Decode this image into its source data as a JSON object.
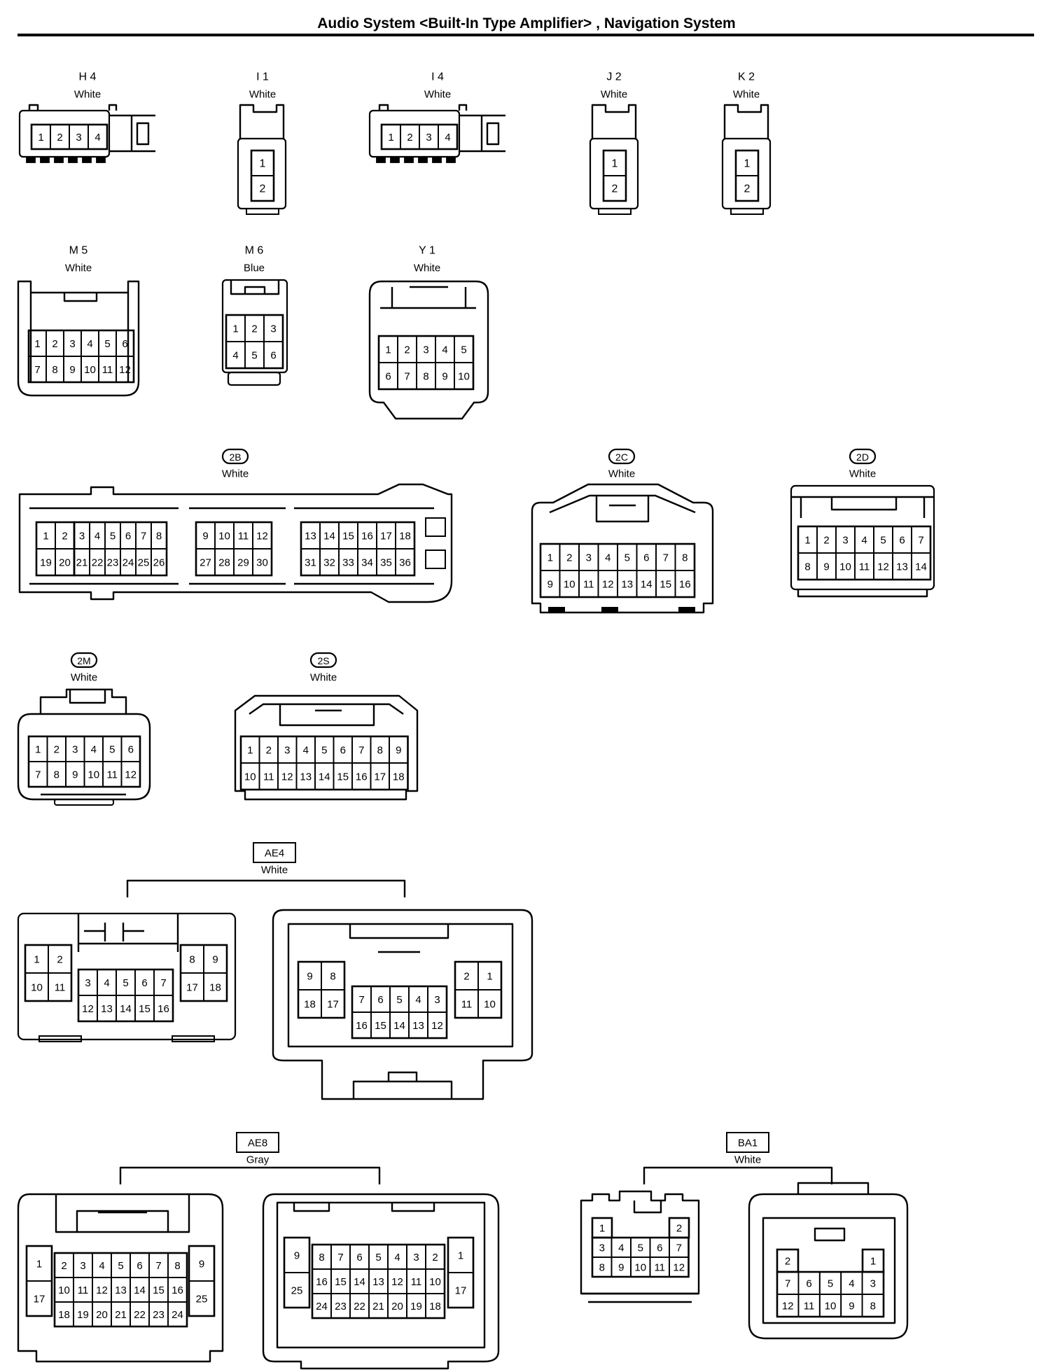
{
  "title": "Audio System <Built-In Type Amplifier> , Navigation System",
  "connectors": [
    {
      "id": "H4",
      "code": "H 4",
      "color": "White",
      "rows": [
        [
          "1",
          "2",
          "3",
          "4"
        ]
      ]
    },
    {
      "id": "I1",
      "code": "I 1",
      "color": "White",
      "rows": [
        [
          "1"
        ],
        [
          "2"
        ]
      ]
    },
    {
      "id": "I4",
      "code": "I 4",
      "color": "White",
      "rows": [
        [
          "1",
          "2",
          "3",
          "4"
        ]
      ]
    },
    {
      "id": "J2",
      "code": "J 2",
      "color": "White",
      "rows": [
        [
          "1"
        ],
        [
          "2"
        ]
      ]
    },
    {
      "id": "K2",
      "code": "K 2",
      "color": "White",
      "rows": [
        [
          "1"
        ],
        [
          "2"
        ]
      ]
    },
    {
      "id": "M5",
      "code": "M 5",
      "color": "White",
      "rows": [
        [
          "1",
          "2",
          "3",
          "4",
          "5",
          "6"
        ],
        [
          "7",
          "8",
          "9",
          "10",
          "11",
          "12"
        ]
      ]
    },
    {
      "id": "M6",
      "code": "M 6",
      "color": "Blue",
      "rows": [
        [
          "1",
          "2",
          "3"
        ],
        [
          "4",
          "5",
          "6"
        ]
      ]
    },
    {
      "id": "Y1",
      "code": "Y 1",
      "color": "White",
      "rows": [
        [
          "1",
          "2",
          "3",
          "4",
          "5"
        ],
        [
          "6",
          "7",
          "8",
          "9",
          "10"
        ]
      ]
    },
    {
      "id": "2B",
      "code": "2B",
      "color": "White",
      "rows": [
        [
          "1",
          "2",
          "3",
          "4",
          "5",
          "6",
          "7",
          "8"
        ],
        [
          "19",
          "20",
          "21",
          "22",
          "23",
          "24",
          "25",
          "26"
        ],
        [
          "9",
          "10",
          "11",
          "12"
        ],
        [
          "27",
          "28",
          "29",
          "30"
        ],
        [
          "13",
          "14",
          "15",
          "16",
          "17",
          "18"
        ],
        [
          "31",
          "32",
          "33",
          "34",
          "35",
          "36"
        ]
      ]
    },
    {
      "id": "2C",
      "code": "2C",
      "color": "White",
      "rows": [
        [
          "1",
          "2",
          "3",
          "4",
          "5",
          "6",
          "7",
          "8"
        ],
        [
          "9",
          "10",
          "11",
          "12",
          "13",
          "14",
          "15",
          "16"
        ]
      ]
    },
    {
      "id": "2D",
      "code": "2D",
      "color": "White",
      "rows": [
        [
          "1",
          "2",
          "3",
          "4",
          "5",
          "6",
          "7"
        ],
        [
          "8",
          "9",
          "10",
          "11",
          "12",
          "13",
          "14"
        ]
      ]
    },
    {
      "id": "2M",
      "code": "2M",
      "color": "White",
      "rows": [
        [
          "1",
          "2",
          "3",
          "4",
          "5",
          "6"
        ],
        [
          "7",
          "8",
          "9",
          "10",
          "11",
          "12"
        ]
      ]
    },
    {
      "id": "2S",
      "code": "2S",
      "color": "White",
      "rows": [
        [
          "1",
          "2",
          "3",
          "4",
          "5",
          "6",
          "7",
          "8",
          "9"
        ],
        [
          "10",
          "11",
          "12",
          "13",
          "14",
          "15",
          "16",
          "17",
          "18"
        ]
      ]
    },
    {
      "id": "AE4",
      "code": "AE4",
      "color": "White",
      "left": {
        "a": [
          [
            "1",
            "2"
          ],
          [
            "10",
            "11"
          ]
        ],
        "m": [
          [
            "3",
            "4",
            "5",
            "6",
            "7"
          ],
          [
            "12",
            "13",
            "14",
            "15",
            "16"
          ]
        ],
        "b": [
          [
            "8",
            "9"
          ],
          [
            "17",
            "18"
          ]
        ]
      },
      "right": {
        "a": [
          [
            "9",
            "8"
          ],
          [
            "18",
            "17"
          ]
        ],
        "m": [
          [
            "7",
            "6",
            "5",
            "4",
            "3"
          ],
          [
            "16",
            "15",
            "14",
            "13",
            "12"
          ]
        ],
        "b": [
          [
            "2",
            "1"
          ],
          [
            "11",
            "10"
          ]
        ]
      }
    },
    {
      "id": "AE8",
      "code": "AE8",
      "color": "Gray",
      "left": {
        "a": [
          [
            "1"
          ],
          [
            "17"
          ]
        ],
        "m": [
          [
            "2",
            "3",
            "4",
            "5",
            "6",
            "7",
            "8"
          ],
          [
            "10",
            "11",
            "12",
            "13",
            "14",
            "15",
            "16"
          ],
          [
            "18",
            "19",
            "20",
            "21",
            "22",
            "23",
            "24"
          ]
        ],
        "b": [
          [
            "9"
          ],
          [
            "25"
          ]
        ]
      },
      "right": {
        "a": [
          [
            "9"
          ],
          [
            "25"
          ]
        ],
        "m": [
          [
            "8",
            "7",
            "6",
            "5",
            "4",
            "3",
            "2"
          ],
          [
            "16",
            "15",
            "14",
            "13",
            "12",
            "11",
            "10"
          ],
          [
            "24",
            "23",
            "22",
            "21",
            "20",
            "19",
            "18"
          ]
        ],
        "b": [
          [
            "1"
          ],
          [
            "17"
          ]
        ]
      }
    },
    {
      "id": "BA1",
      "code": "BA1",
      "color": "White",
      "left": {
        "top": [
          "1",
          "2"
        ],
        "rows": [
          [
            "3",
            "4",
            "5",
            "6",
            "7"
          ],
          [
            "8",
            "9",
            "10",
            "11",
            "12"
          ]
        ]
      },
      "right": {
        "top": [
          "2",
          "1"
        ],
        "rows": [
          [
            "7",
            "6",
            "5",
            "4",
            "3"
          ],
          [
            "12",
            "11",
            "10",
            "9",
            "8"
          ]
        ]
      }
    }
  ]
}
